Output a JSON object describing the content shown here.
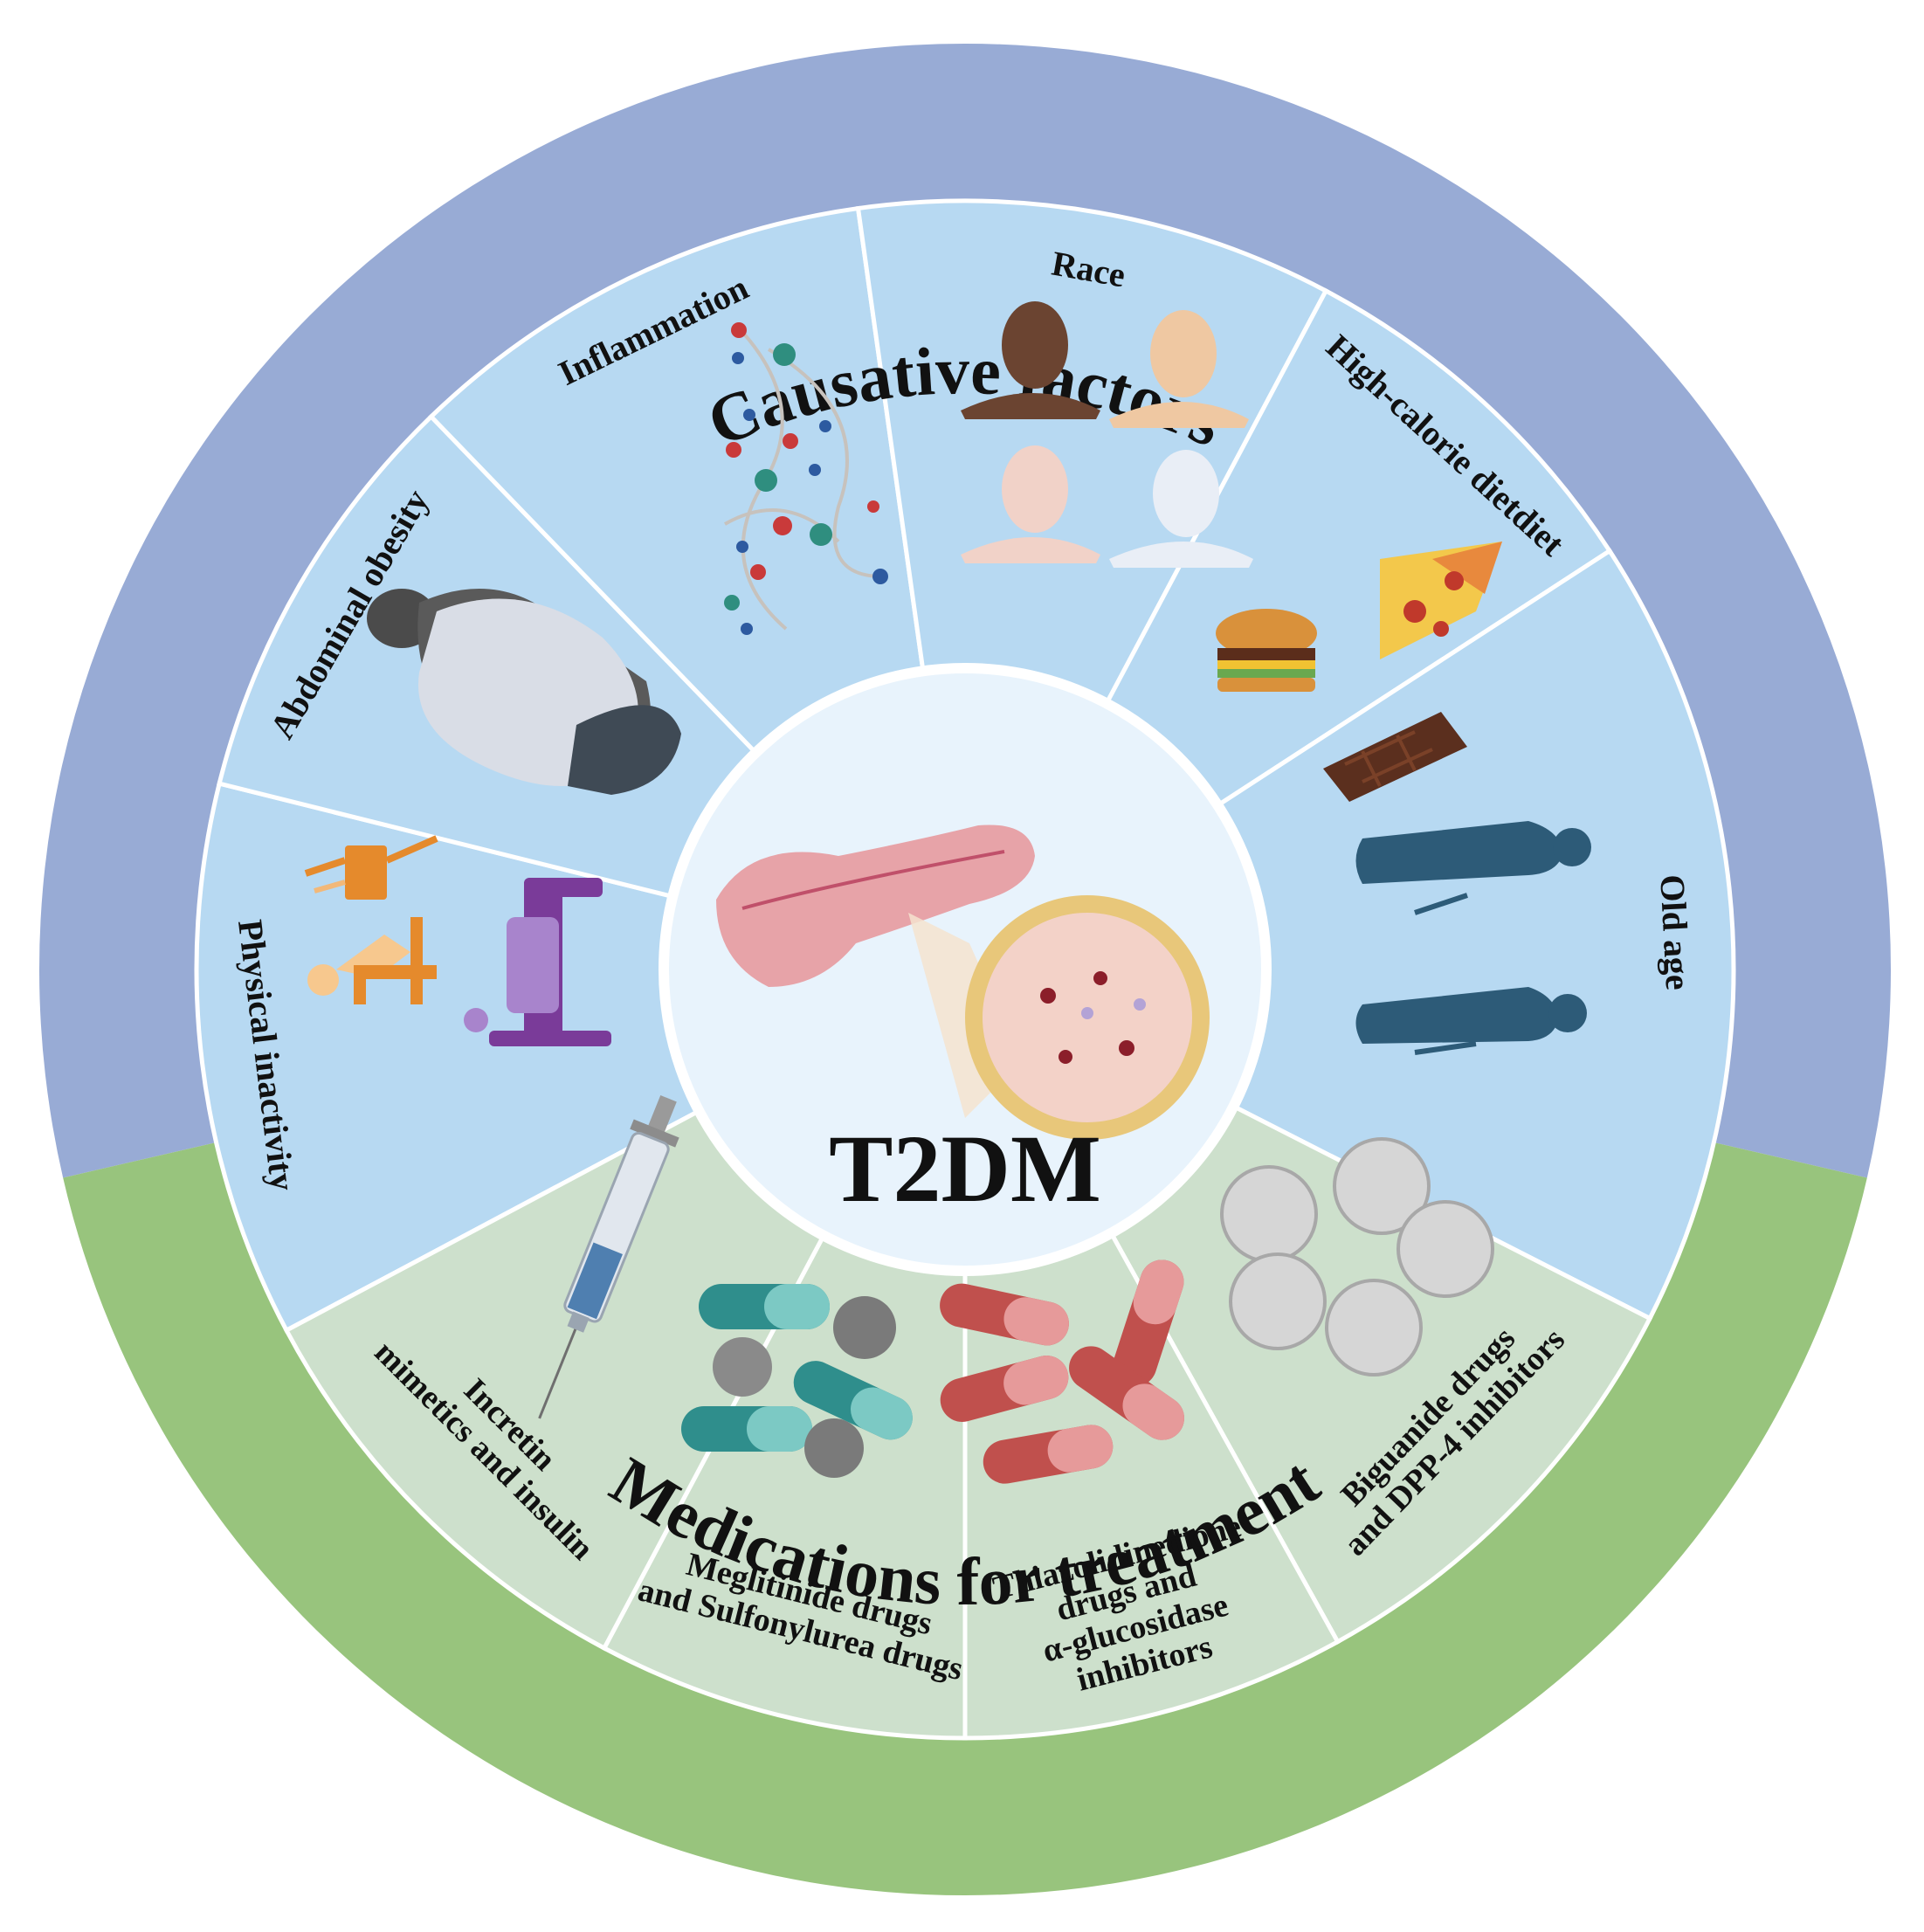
{
  "outer_ring": {
    "top_title": "Causative factors",
    "bottom_title": "Medications for treatment"
  },
  "center": {
    "label": "T2DM",
    "illustration": "pancreas-with-islet-icon"
  },
  "causative_factors": [
    {
      "label": "Physical inactivity",
      "icon": "sedentary-person-and-treadmill-icon"
    },
    {
      "label": "Abdominal obesity",
      "icon": "obese-person-icon"
    },
    {
      "label": "Inflammation",
      "icon": "inflammation-network-icon"
    },
    {
      "label": "Race",
      "icon": "human-heads-icon"
    },
    {
      "label": "High-calorie dietdiet",
      "icon": "fast-food-icon"
    },
    {
      "label": "Old age",
      "icon": "elderly-people-icon"
    }
  ],
  "medications": [
    {
      "lines": [
        "Incretin",
        "mimetics and insulin"
      ],
      "icon": "syringe-icon"
    },
    {
      "lines": [
        "Meglitinide drugs",
        "and Sulfonylurea drugs"
      ],
      "icon": "teal-capsules-and-tablets-icon"
    },
    {
      "lines": [
        "Thiazolidinedione",
        "drugs and",
        "α-glucosidase",
        "inhibitors"
      ],
      "icon": "red-capsules-icon"
    },
    {
      "lines": [
        "Biguanide drugs",
        "and DPP-4 inhibitors"
      ],
      "icon": "white-tablets-icon"
    }
  ],
  "colors": {
    "outer_blue": "#98abd5",
    "outer_green": "#98c47d",
    "inner_blue": "#b7d9f2",
    "inner_green": "#cde0cc",
    "center_fill": "#e8f3fc",
    "divider": "#ffffff"
  }
}
